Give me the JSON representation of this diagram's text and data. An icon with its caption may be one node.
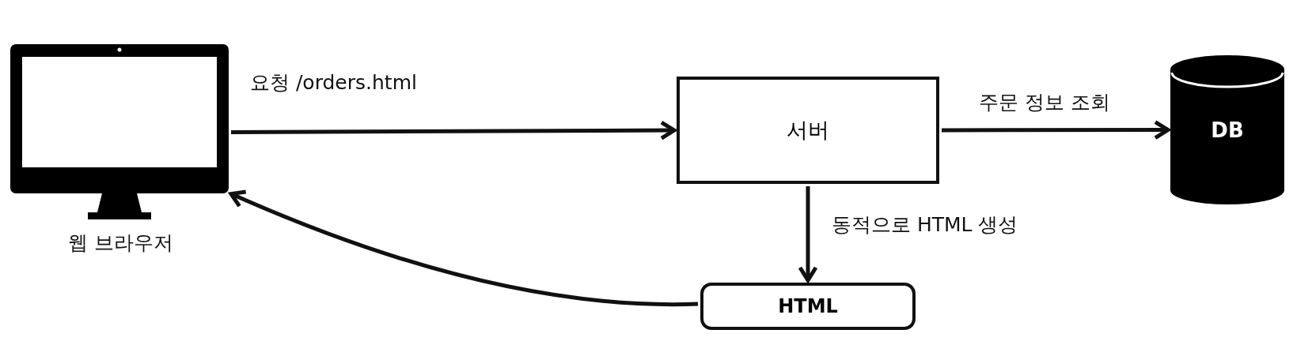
{
  "diagram": {
    "nodes": [
      {
        "text": [],
        "shape": "monitor",
        "beside": [
          "웹 브라우저"
        ]
      },
      {
        "text": [
          "서버"
        ]
      },
      {
        "text": [
          "DB"
        ]
      },
      {
        "text": [
          "HTML"
        ]
      }
    ],
    "edges": [
      {
        "from": 0,
        "to": 1,
        "arrow": "to",
        "label": "요청 /orders.html"
      },
      {
        "from": 1,
        "to": 2,
        "arrow": "to",
        "label": "주문 정보 조회"
      },
      {
        "from": 1,
        "to": 3,
        "arrow": "to",
        "label": "동적으로 HTML 생성"
      },
      {
        "from": 3,
        "to": 0,
        "arrow": "to"
      }
    ]
  }
}
